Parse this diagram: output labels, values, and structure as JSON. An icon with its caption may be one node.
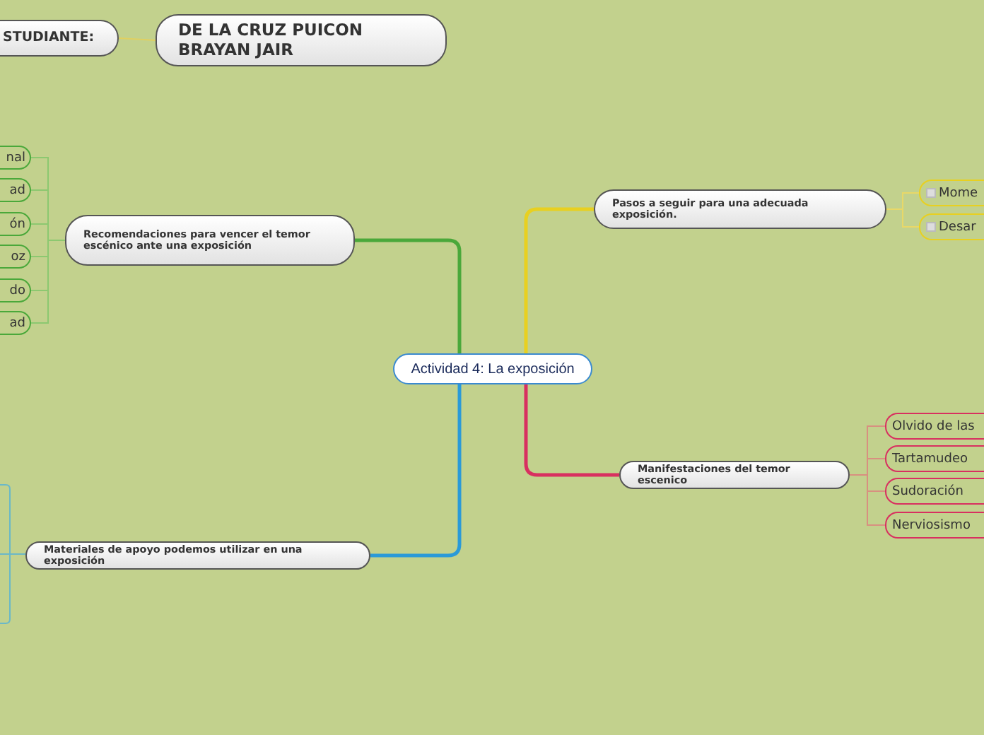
{
  "diagram": {
    "nodes": [
      {
        "text": [
          "Actividad 4: La exposición"
        ]
      },
      {
        "text": [
          "STUDIANTE:"
        ]
      },
      {
        "text": [
          "DE LA CRUZ PUICON BRAYAN JAIR"
        ]
      },
      {
        "text": [
          "Recomendaciones para vencer el temor escénico ante una exposición"
        ]
      },
      {
        "text": [
          "nal"
        ]
      },
      {
        "text": [
          "ad"
        ]
      },
      {
        "text": [
          "ón"
        ]
      },
      {
        "text": [
          "oz"
        ]
      },
      {
        "text": [
          "do"
        ]
      },
      {
        "text": [
          "ad"
        ]
      },
      {
        "text": [
          "Pasos a seguir para una adecuada exposición."
        ]
      },
      {
        "text": [
          "Mome"
        ]
      },
      {
        "text": [
          "Desar"
        ]
      },
      {
        "text": [
          "Manifestaciones del temor escenico"
        ]
      },
      {
        "text": [
          "Olvido de las"
        ]
      },
      {
        "text": [
          "Tartamudeo"
        ]
      },
      {
        "text": [
          "Sudoración"
        ]
      },
      {
        "text": [
          "Nerviosismo"
        ]
      },
      {
        "text": [
          "Materiales de apoyo podemos utilizar en una exposición"
        ]
      }
    ],
    "edges": [
      {
        "from": 1,
        "to": 2,
        "arrow": "none",
        "color": "#e0d060"
      },
      {
        "from": 0,
        "to": 3,
        "arrow": "none",
        "style": "thick",
        "color": "#4aa83a"
      },
      {
        "from": 3,
        "to": 4,
        "arrow": "none",
        "color": "#8cc870"
      },
      {
        "from": 3,
        "to": 5,
        "arrow": "none",
        "color": "#8cc870"
      },
      {
        "from": 3,
        "to": 6,
        "arrow": "none",
        "color": "#8cc870"
      },
      {
        "from": 3,
        "to": 7,
        "arrow": "none",
        "color": "#8cc870"
      },
      {
        "from": 3,
        "to": 8,
        "arrow": "none",
        "color": "#8cc870"
      },
      {
        "from": 3,
        "to": 9,
        "arrow": "none",
        "color": "#8cc870"
      },
      {
        "from": 0,
        "to": 10,
        "arrow": "none",
        "style": "thick",
        "color": "#e8d020"
      },
      {
        "from": 10,
        "to": 11,
        "arrow": "none",
        "color": "#e8d868"
      },
      {
        "from": 10,
        "to": 12,
        "arrow": "none",
        "color": "#e8d868"
      },
      {
        "from": 0,
        "to": 13,
        "arrow": "none",
        "style": "thick",
        "color": "#d83060"
      },
      {
        "from": 13,
        "to": 14,
        "arrow": "none",
        "color": "#d89080"
      },
      {
        "from": 13,
        "to": 15,
        "arrow": "none",
        "color": "#d89080"
      },
      {
        "from": 13,
        "to": 16,
        "arrow": "none",
        "color": "#d89080"
      },
      {
        "from": 13,
        "to": 17,
        "arrow": "none",
        "color": "#d89080"
      },
      {
        "from": 0,
        "to": 18,
        "arrow": "none",
        "style": "thick",
        "color": "#2a9ad8"
      }
    ]
  }
}
